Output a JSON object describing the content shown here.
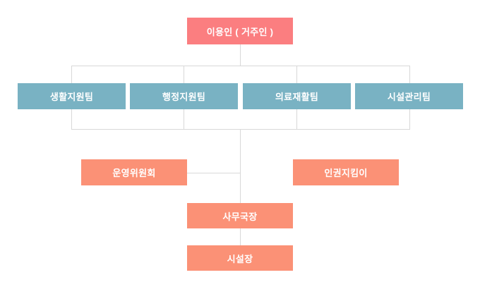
{
  "chart": {
    "type": "org-chart",
    "title": "",
    "palette": {
      "root": "#fb7e80",
      "team": "#79b2c3",
      "support": "#fb9176",
      "executive": "#fb9176",
      "connector": "#d8d8d8",
      "background": "#ffffff",
      "label": "#ffffff"
    },
    "levels": [
      {
        "name": "resident-level",
        "nodes": [
          {
            "id": "resident",
            "label": "이용인 ( 거주인 )",
            "kind": "root"
          }
        ]
      },
      {
        "name": "team-level",
        "nodes": [
          {
            "id": "living-support-team",
            "label": "생활지원팀",
            "kind": "team"
          },
          {
            "id": "admin-support-team",
            "label": "행정지원팀",
            "kind": "team"
          },
          {
            "id": "medical-rehab-team",
            "label": "의료재활팀",
            "kind": "team"
          },
          {
            "id": "facility-management-team",
            "label": "시설관리팀",
            "kind": "team"
          }
        ]
      },
      {
        "name": "committee-level",
        "nodes": [
          {
            "id": "steering-committee",
            "label": "운영위원회",
            "kind": "support"
          },
          {
            "id": "human-rights-guardian",
            "label": "인권지킴이",
            "kind": "support"
          }
        ]
      },
      {
        "name": "secretary-level",
        "nodes": [
          {
            "id": "secretary-general",
            "label": "사무국장",
            "kind": "executive"
          }
        ]
      },
      {
        "name": "director-level",
        "nodes": [
          {
            "id": "facility-director",
            "label": "시설장",
            "kind": "executive"
          }
        ]
      }
    ]
  }
}
